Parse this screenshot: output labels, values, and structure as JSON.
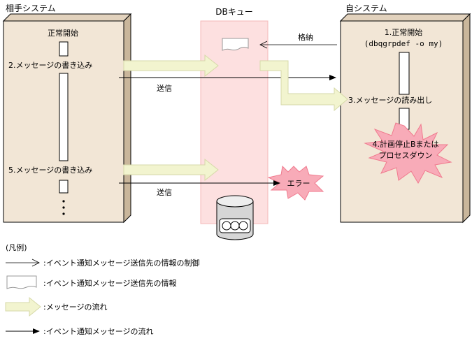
{
  "labels": {
    "partner_system": "相手システム",
    "dbq": "DBキュー",
    "self_system": "自システム",
    "normal_start": "正常開始",
    "step1": "1.正常開始",
    "command": "(dbqgrpdef -o my)",
    "store": "格納",
    "step2": "2.メッセージの書き込み",
    "send1": "送信",
    "step3": "3.メッセージの読み出し",
    "step4_line1": "4.計画停止Bまたは",
    "step4_line2": "プロセスダウン",
    "step5": "5.メッセージの書き込み",
    "send2": "送信",
    "error": "エラー"
  },
  "legend": {
    "title": "(凡例)",
    "items": [
      {
        "symbol": "open-arrow",
        "text": ":イベント通知メッセージ送信先の情報の制御"
      },
      {
        "symbol": "document",
        "text": ":イベント通知メッセージ送信先の情報"
      },
      {
        "symbol": "block-arrow",
        "text": ":メッセージの流れ"
      },
      {
        "symbol": "filled-arrow",
        "text": ":イベント通知メッセージの流れ"
      }
    ]
  },
  "colors": {
    "system_box": "#f2e6d6",
    "dbq_band": "#fde0e0",
    "block_arrow": "#f2f4cf",
    "burst": "#f8abb8"
  }
}
